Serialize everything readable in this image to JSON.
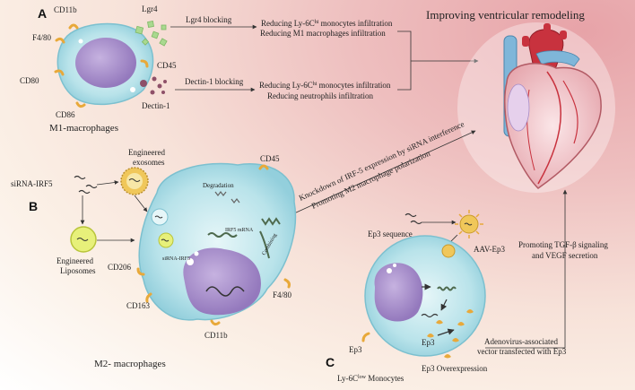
{
  "panels": {
    "a": "A",
    "b": "B",
    "c": "C"
  },
  "title": "Improving ventricular remodeling",
  "panel_a": {
    "markers": {
      "cd11b": "CD11b",
      "f480": "F4/80",
      "cd80": "CD80",
      "cd86": "CD86",
      "lgr4": "Lgr4",
      "cd45": "CD45",
      "dectin1": "Dectin-1"
    },
    "cell_label": "M1-macrophages",
    "lgr4_arrow": "Lgr4 blocking",
    "lgr4_effects": {
      "line1_pre": "Reducing Ly-6C",
      "line1_sup": "hi",
      "line1_post": " monocytes infiltration",
      "line2": "Reducing M1 macrophages infiltration"
    },
    "dectin_arrow": "Dectin-1 blocking",
    "dectin_effects": {
      "line1_pre": "Reducing Ly-6C",
      "line1_sup": "hi",
      "line1_post": " monocytes infiltration",
      "line2": "Reducing neutrophils infiltration"
    }
  },
  "panel_b": {
    "sirna": "siRNA-IRF5",
    "exosomes": {
      "line1": "Engineered",
      "line2": "exosomes"
    },
    "liposomes": {
      "line1": "Engineered",
      "line2": "Liposomes"
    },
    "markers": {
      "cd45": "CD45",
      "cd206": "CD206",
      "cd163": "CD163",
      "cd11b": "CD11b",
      "f480": "F4/80"
    },
    "inner": {
      "degradation": "Degradation",
      "irf5_mrna": "IRF5 mRNA",
      "sirna_irf5": "siRNA-IRF5",
      "combining": "Combining"
    },
    "cell_label": "M2- macrophages",
    "diag_line1": "Knockdown of IRF-5 expression by siRNA interference",
    "diag_line2": "Promoting M2 macrophage polarization"
  },
  "panel_c": {
    "ep3_sequence": "Ep3 sequence",
    "aav": "AAV-Ep3",
    "ep3_left": "Ep3",
    "ep3_inner": "Ep3",
    "overexpression": "Ep3 Overexpression",
    "adeno": {
      "line1": "Adenovirus-associated",
      "line2": "vector transfected with Ep3"
    },
    "tgf": {
      "line1": "Promoting TGF-β signaling",
      "line2": "and VEGF secretion"
    },
    "cell_label_pre": "Ly-6C",
    "cell_label_sup": "low",
    "cell_label_post": " Monocytes"
  },
  "colors": {
    "cell": "#b9e3ea",
    "nucleus": "#a58bc7",
    "marker": "#e8a93a",
    "lgr4": "#a9d98f",
    "dectin": "#8e5068",
    "heart_red": "#c8323e",
    "heart_blue": "#7fb6d9"
  }
}
